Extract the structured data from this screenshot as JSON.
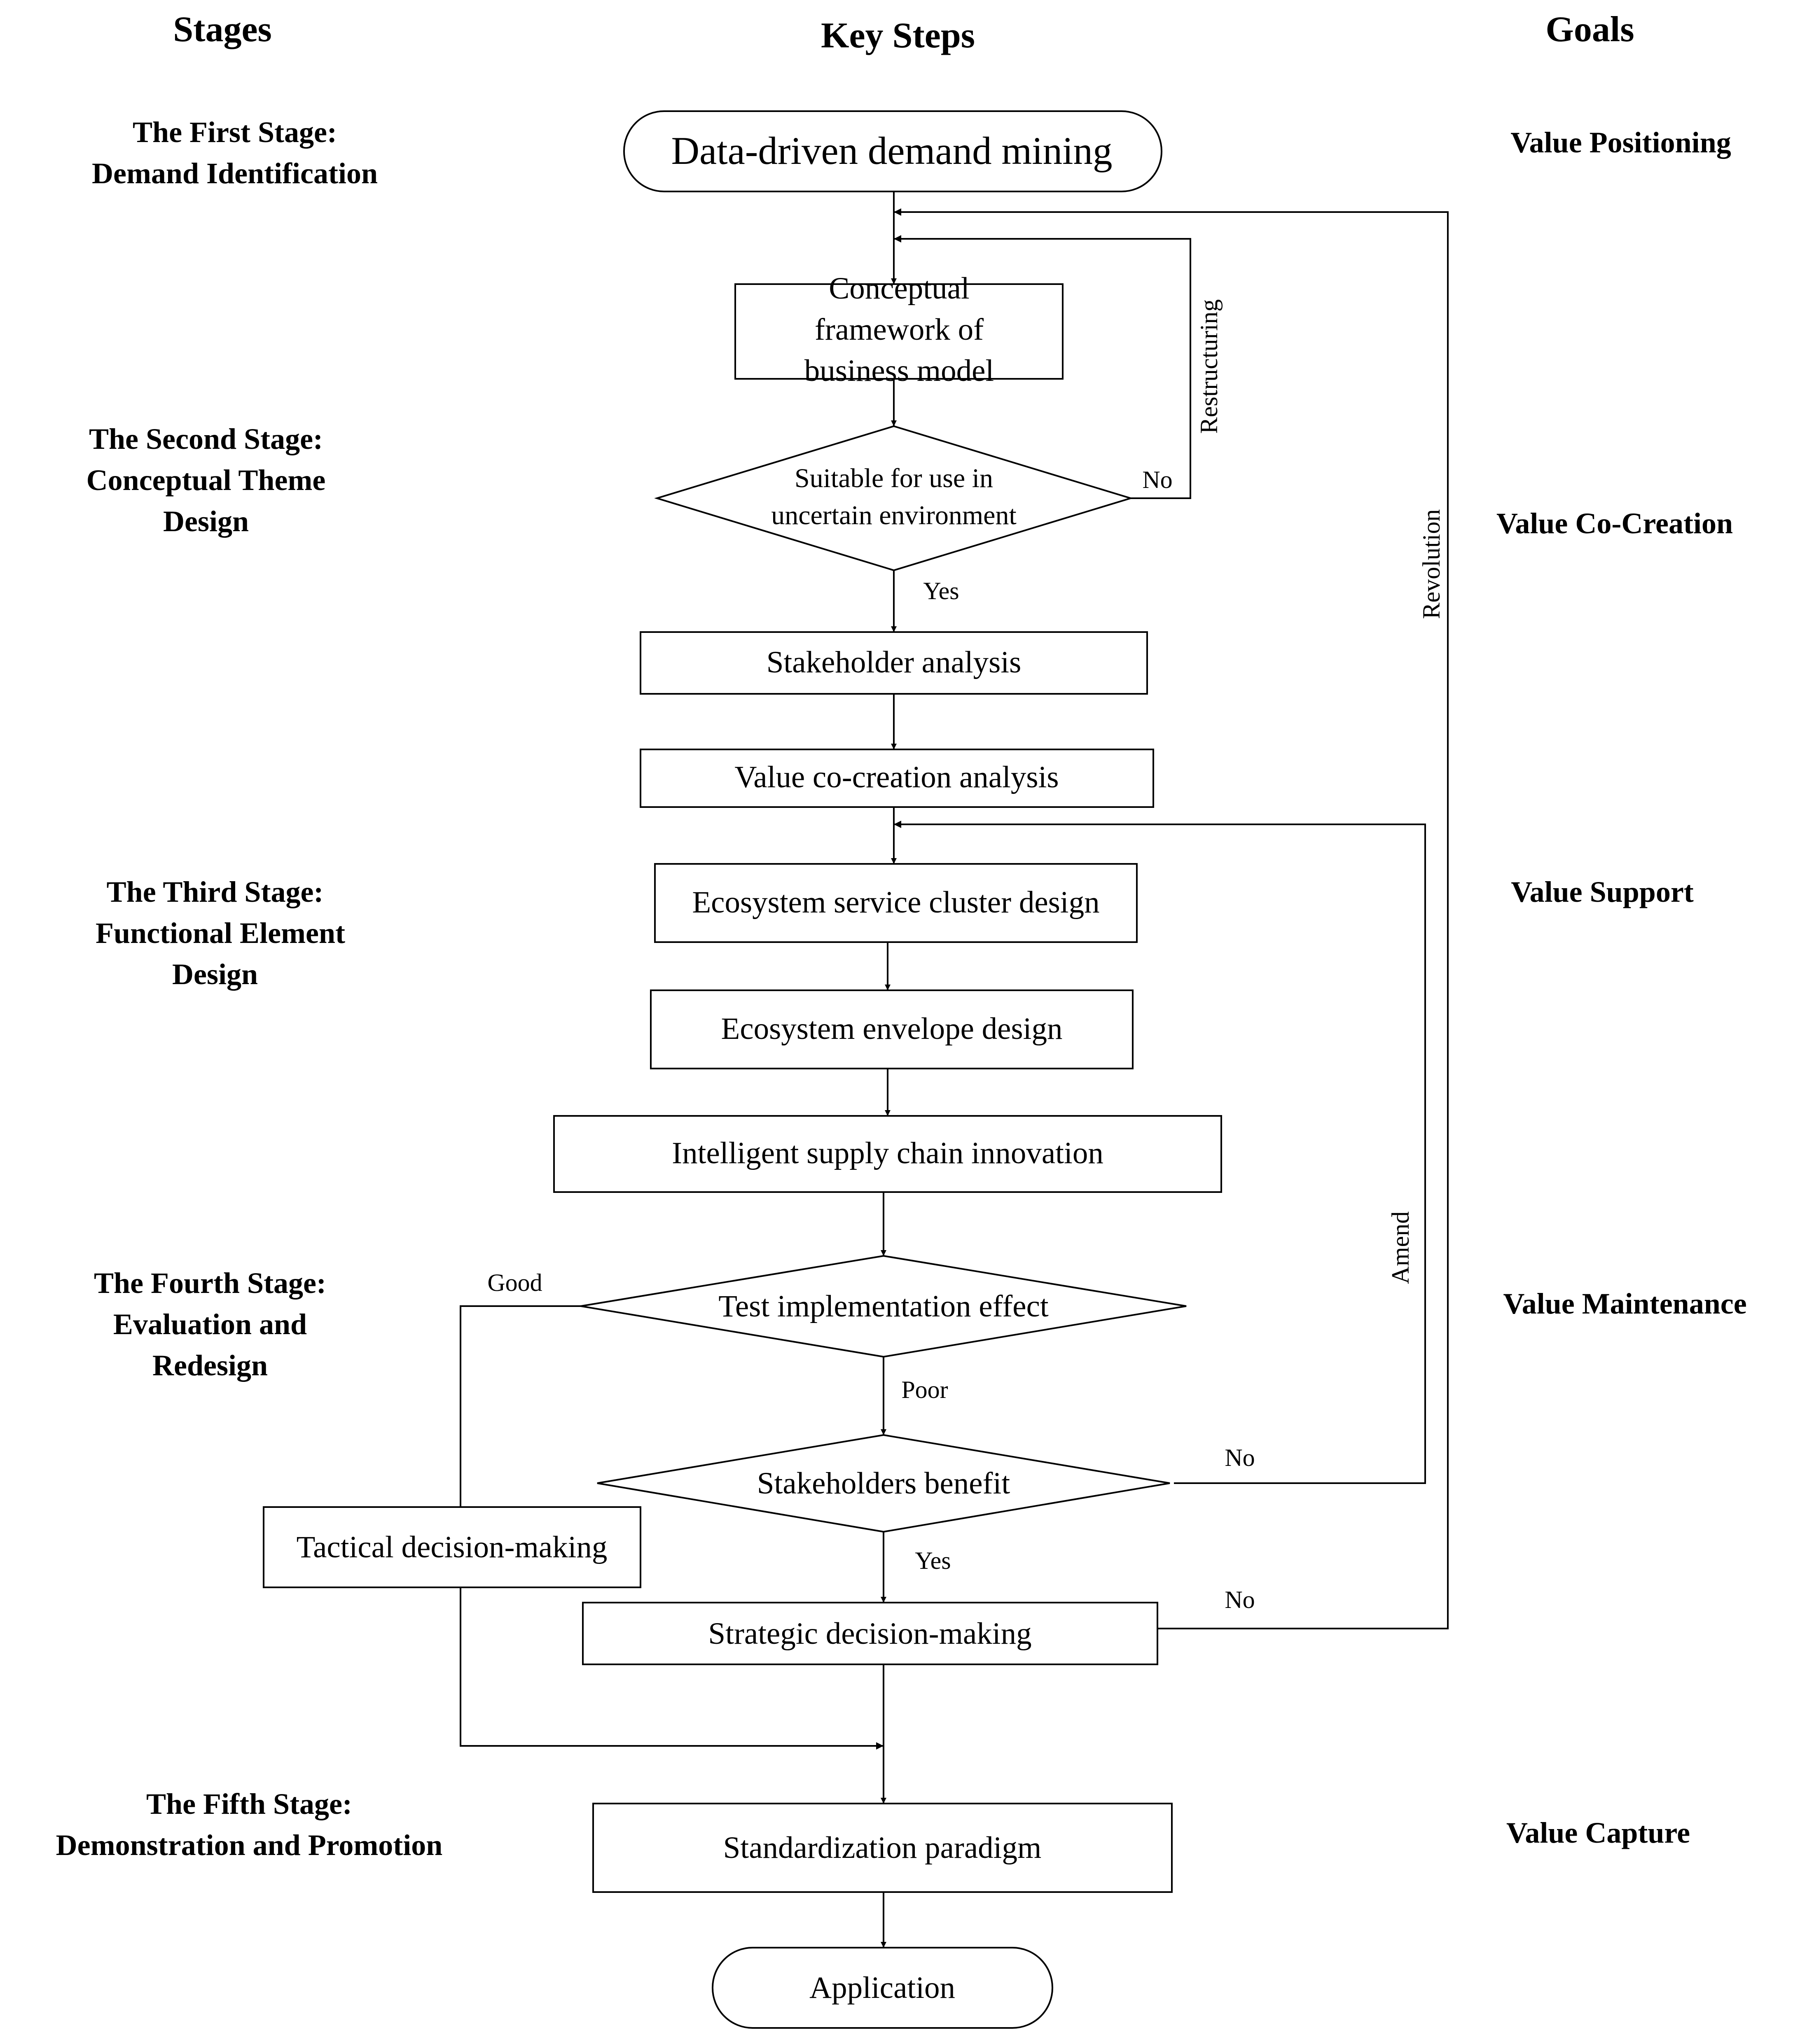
{
  "headers": {
    "stages": "Stages",
    "key_steps": "Key Steps",
    "goals": "Goals"
  },
  "stages": [
    {
      "lines": [
        "The First Stage:",
        "Demand Identification"
      ]
    },
    {
      "lines": [
        "The Second Stage:",
        "Conceptual Theme",
        "Design"
      ]
    },
    {
      "lines": [
        "The Third Stage:",
        "Functional Element",
        "Design"
      ]
    },
    {
      "lines": [
        "The Fourth Stage:",
        "Evaluation and",
        "Redesign"
      ]
    },
    {
      "lines": [
        "The Fifth Stage:",
        "Demonstration and Promotion"
      ]
    }
  ],
  "goals": [
    "Value Positioning",
    "Value Co-Creation",
    "Value Support",
    "Value Maintenance",
    "Value Capture"
  ],
  "nodes": {
    "demand_mining": "Data-driven demand mining",
    "conceptual_framework": [
      "Conceptual",
      "framework of",
      "business model"
    ],
    "suitable_decision": [
      "Suitable for use in",
      "uncertain environment"
    ],
    "stakeholder_analysis": "Stakeholder  analysis",
    "value_cocreation": "Value co-creation analysis",
    "service_cluster": "Ecosystem service cluster design",
    "envelope_design": "Ecosystem envelope design",
    "supply_chain": "Intelligent supply chain innovation",
    "test_effect": "Test implementation effect",
    "stakeholders_benefit": "Stakeholders benefit",
    "tactical": "Tactical decision-making",
    "strategic": "Strategic decision-making",
    "standardization": "Standardization paradigm",
    "application": "Application"
  },
  "edge_labels": {
    "no_suitable": "No",
    "restructuring": "Restructuring",
    "yes_suitable": "Yes",
    "revolution": "Revolution",
    "good": "Good",
    "poor": "Poor",
    "no_benefit": "No",
    "amend": "Amend",
    "yes_benefit": "Yes",
    "no_strategic": "No"
  }
}
